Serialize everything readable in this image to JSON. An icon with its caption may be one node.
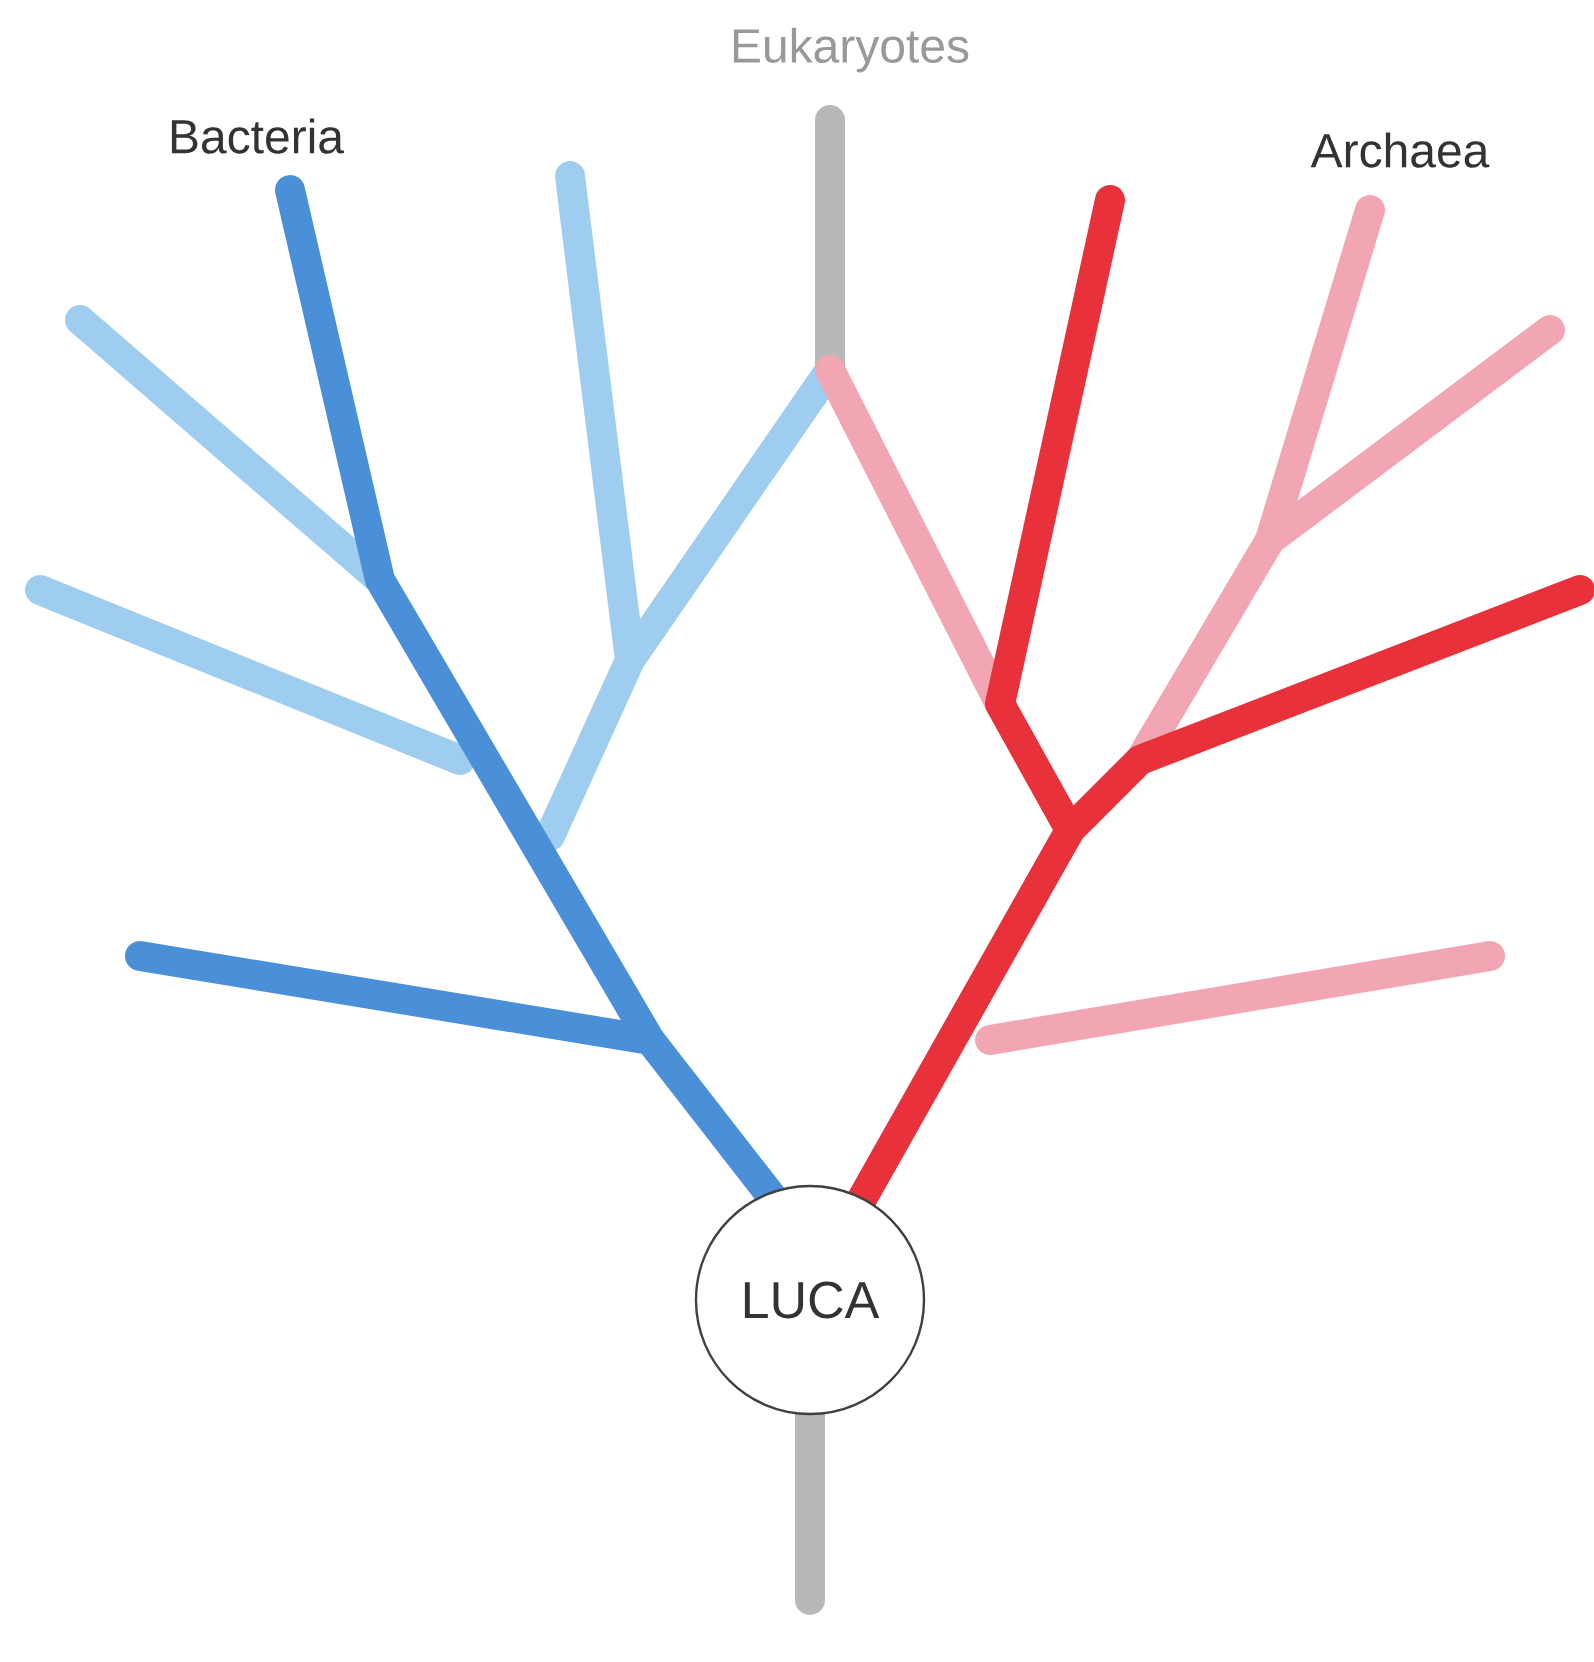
{
  "diagram": {
    "nodes": [
      {
        "text": [
          "LUCA"
        ]
      }
    ],
    "labels": [
      "Eukaryotes",
      "Bacteria",
      "Archaea"
    ]
  }
}
